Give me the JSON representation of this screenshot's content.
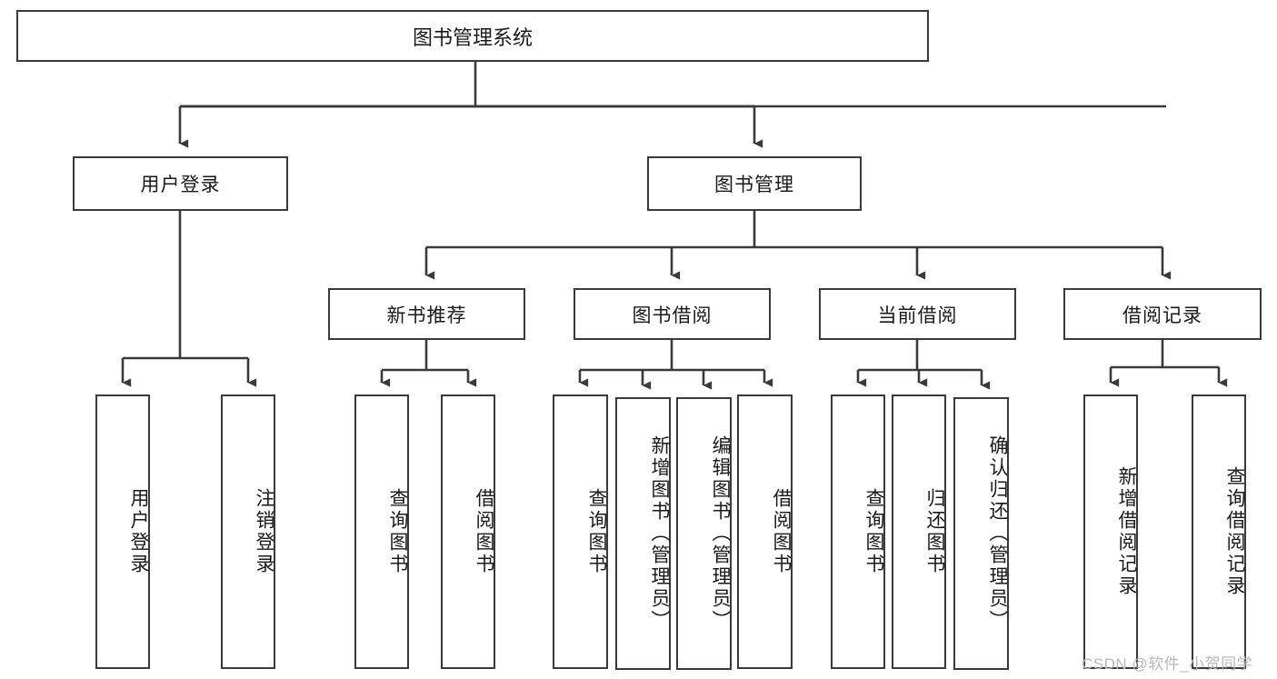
{
  "diagram": {
    "type": "tree",
    "title": "图书管理系统",
    "orientation": "top-down",
    "watermark": "CSDN @软件_小贺同学",
    "colors": {
      "stroke": "#3a3a3a",
      "fill": "#ffffff",
      "text": "#1a1a1a",
      "watermark": "#b9b9b9"
    },
    "levels": {
      "root": {
        "label": "图书管理系统"
      },
      "level2": [
        {
          "label": "用户登录"
        },
        {
          "label": "图书管理"
        }
      ],
      "level3": [
        {
          "label": "新书推荐"
        },
        {
          "label": "图书借阅"
        },
        {
          "label": "当前借阅"
        },
        {
          "label": "借阅记录"
        }
      ],
      "leaves": {
        "user_login": [
          {
            "label": "用户登录"
          },
          {
            "label": "注销登录"
          }
        ],
        "new_book_recommend": [
          {
            "label": "查询图书"
          },
          {
            "label": "借阅图书"
          }
        ],
        "book_borrow": [
          {
            "label": "查询图书"
          },
          {
            "label": "新增图书（管理员）"
          },
          {
            "label": "编辑图书（管理员）"
          },
          {
            "label": "借阅图书"
          }
        ],
        "current_borrow": [
          {
            "label": "查询图书"
          },
          {
            "label": "归还图书"
          },
          {
            "label": "确认归还（管理员）"
          }
        ],
        "borrow_record": [
          {
            "label": "新增借阅记录"
          },
          {
            "label": "查询借阅记录"
          }
        ]
      }
    }
  }
}
